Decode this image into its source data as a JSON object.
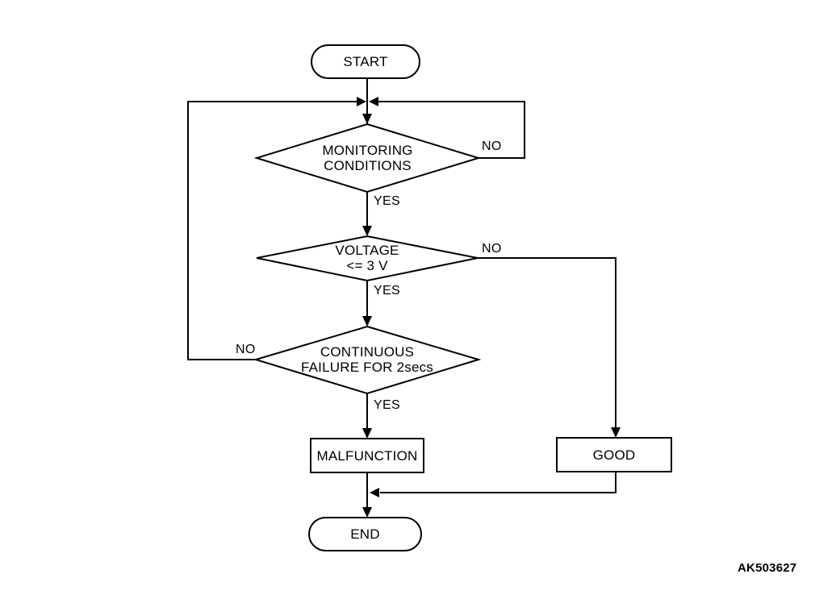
{
  "figure_id": "AK503627",
  "colors": {
    "line": "#000000",
    "background": "#ffffff"
  },
  "nodes": {
    "start": {
      "type": "terminator",
      "label": "START"
    },
    "monitoring": {
      "type": "decision",
      "line1": "MONITORING",
      "line2": "CONDITIONS"
    },
    "voltage": {
      "type": "decision",
      "line1": "VOLTAGE",
      "line2": "<= 3 V"
    },
    "continuous": {
      "type": "decision",
      "line1": "CONTINUOUS",
      "line2": "FAILURE FOR 2secs"
    },
    "malfunction": {
      "type": "process",
      "label": "MALFUNCTION"
    },
    "good": {
      "type": "process",
      "label": "GOOD"
    },
    "end": {
      "type": "terminator",
      "label": "END"
    }
  },
  "edges": {
    "monitoring_no": "NO",
    "monitoring_yes": "YES",
    "voltage_no": "NO",
    "voltage_yes": "YES",
    "continuous_no": "NO",
    "continuous_yes": "YES"
  }
}
